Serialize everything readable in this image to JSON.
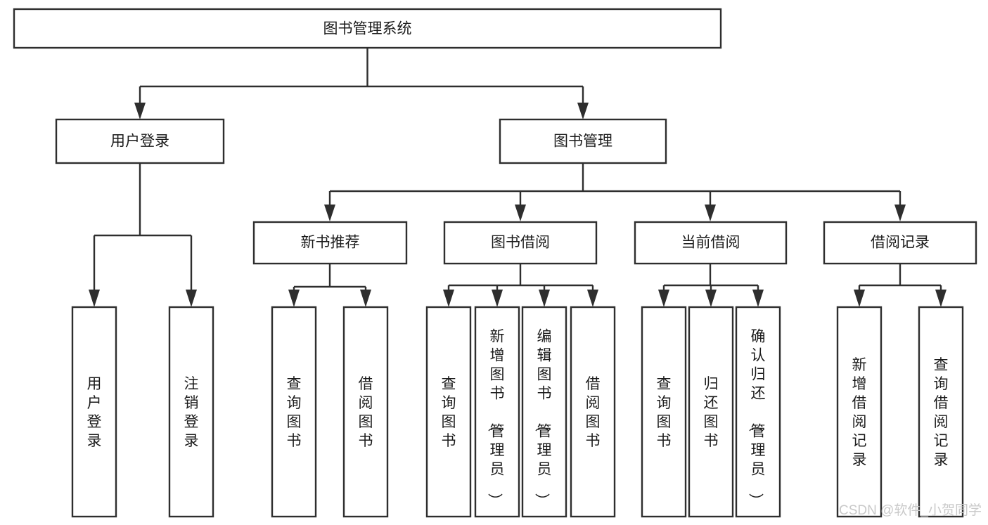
{
  "diagram": {
    "title": "图书管理系统",
    "type": "tree-hierarchy",
    "orientation": "top-down",
    "root": {
      "label": "图书管理系统",
      "orientation": "horizontal"
    },
    "level2": [
      {
        "label": "用户登录",
        "orientation": "horizontal"
      },
      {
        "label": "图书管理",
        "orientation": "horizontal"
      }
    ],
    "level3": [
      {
        "label": "新书推荐",
        "orientation": "horizontal"
      },
      {
        "label": "图书借阅",
        "orientation": "horizontal"
      },
      {
        "label": "当前借阅",
        "orientation": "horizontal"
      },
      {
        "label": "借阅记录",
        "orientation": "horizontal"
      }
    ],
    "leaves_user_login": [
      {
        "label": "用户登录",
        "orientation": "vertical"
      },
      {
        "label": "注销登录",
        "orientation": "vertical"
      }
    ],
    "leaves_new_book": [
      {
        "label": "查询图书",
        "orientation": "vertical"
      },
      {
        "label": "借阅图书",
        "orientation": "vertical"
      }
    ],
    "leaves_borrow": [
      {
        "label": "查询图书",
        "orientation": "vertical"
      },
      {
        "label": "新增图书（管理员）",
        "orientation": "vertical"
      },
      {
        "label": "编辑图书（管理员）",
        "orientation": "vertical"
      },
      {
        "label": "借阅图书",
        "orientation": "vertical"
      }
    ],
    "leaves_current": [
      {
        "label": "查询图书",
        "orientation": "vertical"
      },
      {
        "label": "归还图书",
        "orientation": "vertical"
      },
      {
        "label": "确认归还（管理员）",
        "orientation": "vertical"
      }
    ],
    "leaves_records": [
      {
        "label": "新增借阅记录",
        "orientation": "vertical"
      },
      {
        "label": "查询借阅记录",
        "orientation": "vertical"
      }
    ]
  },
  "watermark": {
    "text": "CSDN @软件_小贺同学"
  },
  "colors": {
    "box_stroke": "#2e2e2e",
    "box_fill": "#ffffff",
    "text": "#1b1b1b",
    "background": "#ffffff",
    "watermark": "#c9c9c9"
  }
}
